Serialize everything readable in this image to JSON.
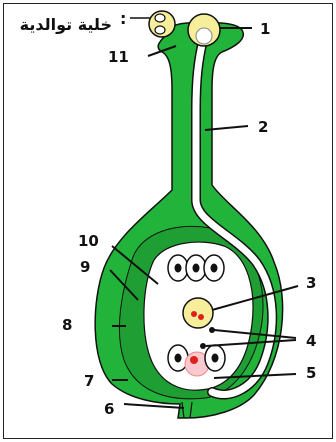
{
  "legend": {
    "text": "خلية توالدية",
    "colon": ":"
  },
  "labels": [
    "1",
    "2",
    "3",
    "4",
    "5",
    "6",
    "7",
    "8",
    "9",
    "10",
    "11"
  ],
  "colors": {
    "tissue_green": "#22b43a",
    "tissue_dark": "#138a24",
    "tube_white": "#ffffff",
    "cell_yellow": "#f6ee9a",
    "nucleus_red": "#e0201a",
    "outline": "#111111"
  }
}
